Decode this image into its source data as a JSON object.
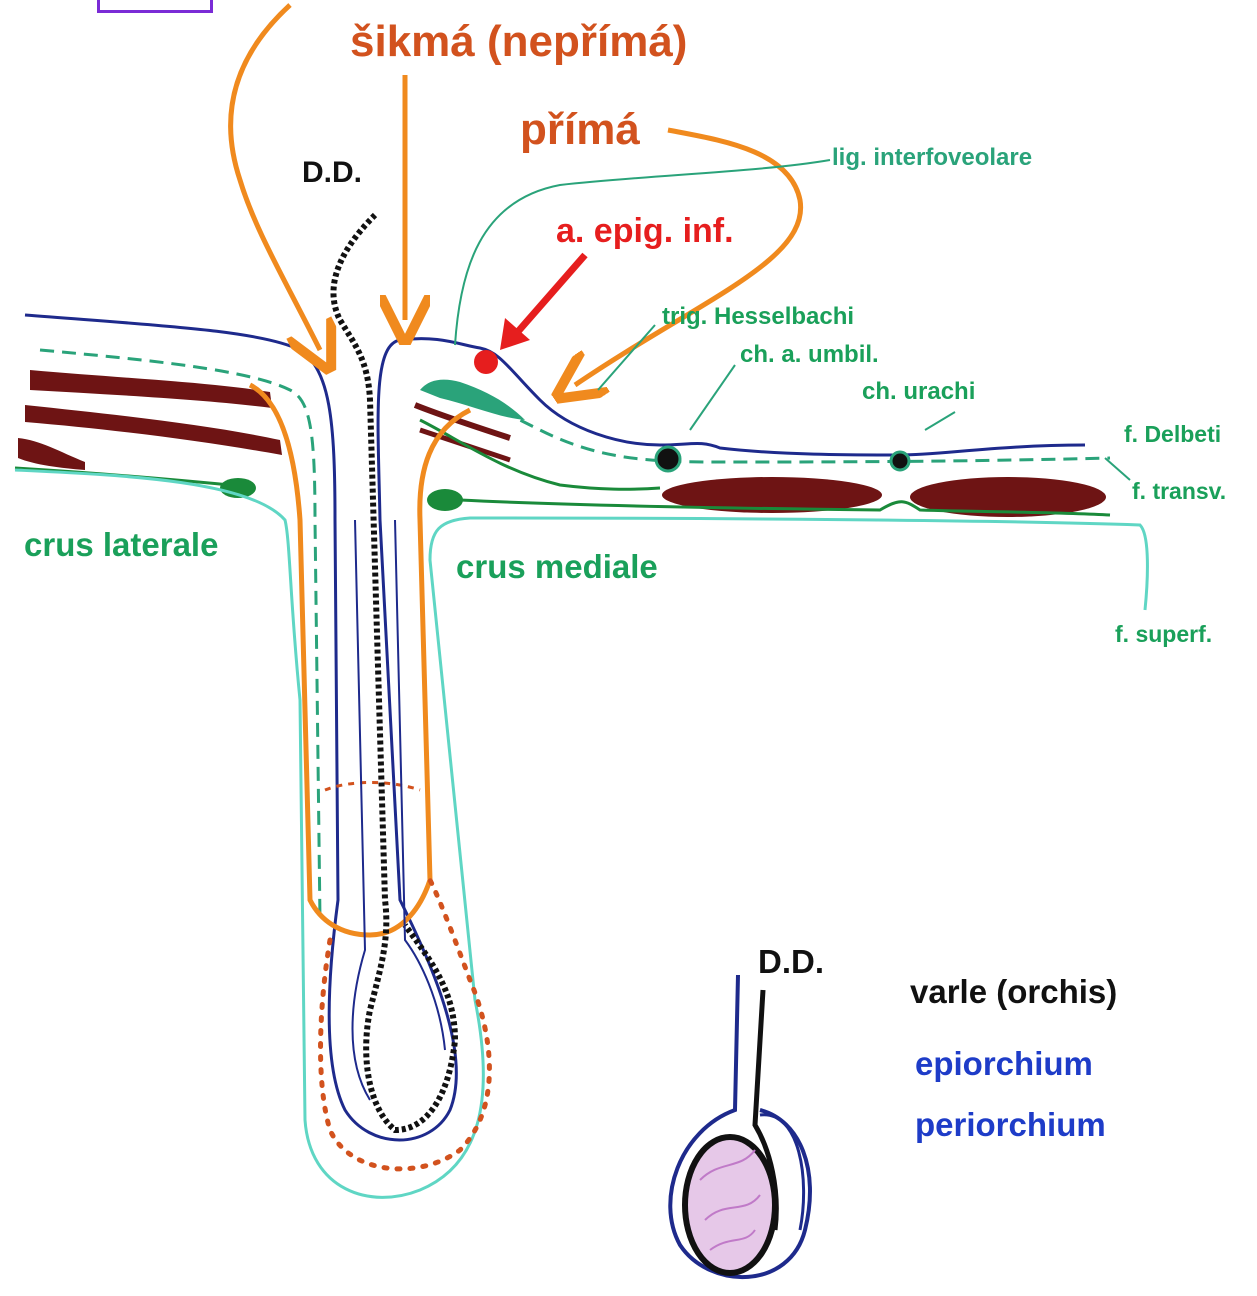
{
  "labels": {
    "oblique": "šikmá (nepřímá)",
    "direct": "přímá",
    "dd_top": "D.D.",
    "lig_interfoveolare": "lig. interfoveolare",
    "a_epig_inf": "a. epig. inf.",
    "trig_hesselbachi": "trig. Hesselbachi",
    "ch_a_umbil": "ch. a. umbil.",
    "ch_urachi": "ch. urachi",
    "f_delbeti": "f. Delbeti",
    "f_transv": "f. transv.",
    "crus_laterale": "crus laterale",
    "crus_mediale": "crus mediale",
    "f_superf": "f. superf.",
    "dd_bottom": "D.D.",
    "varle": "varle (orchis)",
    "epiorchium": "epiorchium",
    "periorchium": "periorchium"
  },
  "colors": {
    "orange": "#f08a1e",
    "orange_label": "#d2521e",
    "red": "#e61e1e",
    "navy": "#1e2a8c",
    "teal": "#2aa37a",
    "green": "#1a8a3a",
    "muscle": "#6e1414",
    "cyan": "#5fd6c4",
    "black": "#111111",
    "blue_label": "#1e3cc8",
    "purple": "#c07ac8"
  }
}
